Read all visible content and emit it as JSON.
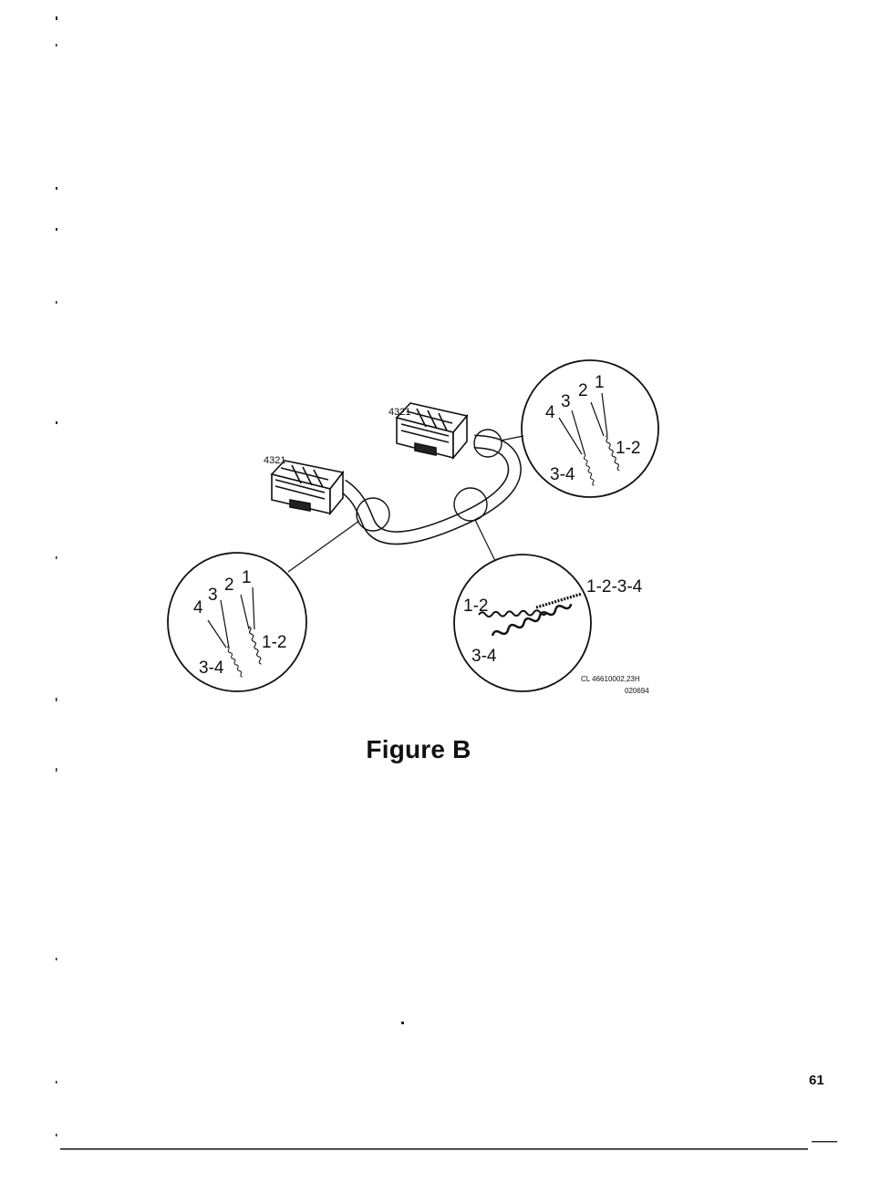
{
  "figure": {
    "caption": "Figure B",
    "drawing_code": "CL 46610002,23H",
    "drawing_date": "020694"
  },
  "connectors": {
    "left_pin_label": "4321",
    "right_pin_label": "4321"
  },
  "details": {
    "left": {
      "wires": [
        "4",
        "3",
        "2",
        "1"
      ],
      "pair_a": "1-2",
      "pair_b": "3-4"
    },
    "top_right": {
      "wires": [
        "4",
        "3",
        "2",
        "1"
      ],
      "pair_a": "1-2",
      "pair_b": "3-4"
    },
    "bottom": {
      "pair_a": "1-2",
      "pair_b": "3-4",
      "combined": "1-2-3-4"
    }
  },
  "page": {
    "number": "61"
  }
}
